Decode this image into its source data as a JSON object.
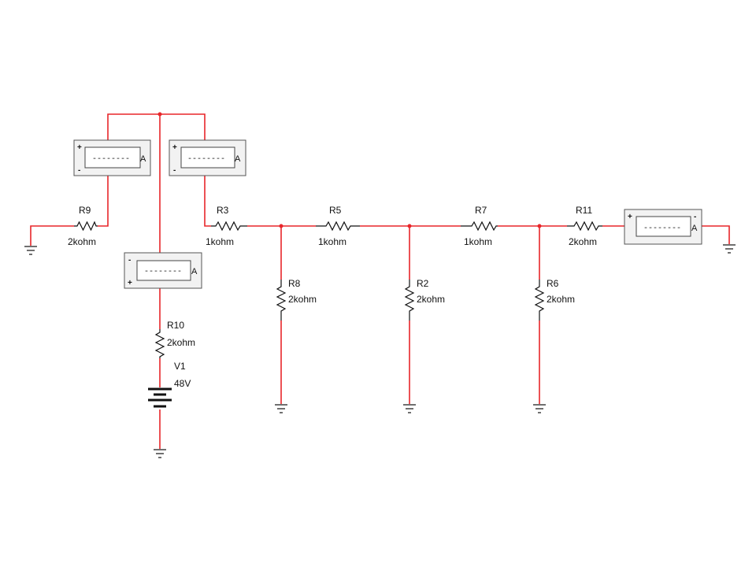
{
  "circuit": {
    "resistors": {
      "r9": {
        "name": "R9",
        "value": "2kohm"
      },
      "r3": {
        "name": "R3",
        "value": "1kohm"
      },
      "r5": {
        "name": "R5",
        "value": "1kohm"
      },
      "r7": {
        "name": "R7",
        "value": "1kohm"
      },
      "r11": {
        "name": "R11",
        "value": "2kohm"
      },
      "r8": {
        "name": "R8",
        "value": "2kohm"
      },
      "r2": {
        "name": "R2",
        "value": "2kohm"
      },
      "r6": {
        "name": "R6",
        "value": "2kohm"
      },
      "r10": {
        "name": "R10",
        "value": "2kohm"
      }
    },
    "source": {
      "name": "V1",
      "value": "48V"
    },
    "ammeters": {
      "am1": {
        "display": "--------",
        "unit": "A",
        "plus": "+",
        "minus": "-"
      },
      "am2": {
        "display": "--------",
        "unit": "A",
        "plus": "+",
        "minus": "-"
      },
      "am3": {
        "display": "--------",
        "unit": "A",
        "plus": "+",
        "minus": "-"
      },
      "am4": {
        "display": "--------",
        "unit": "A",
        "plus": "+",
        "minus": "-"
      }
    },
    "colors": {
      "wire": "#e8262a",
      "component": "#111111"
    }
  }
}
